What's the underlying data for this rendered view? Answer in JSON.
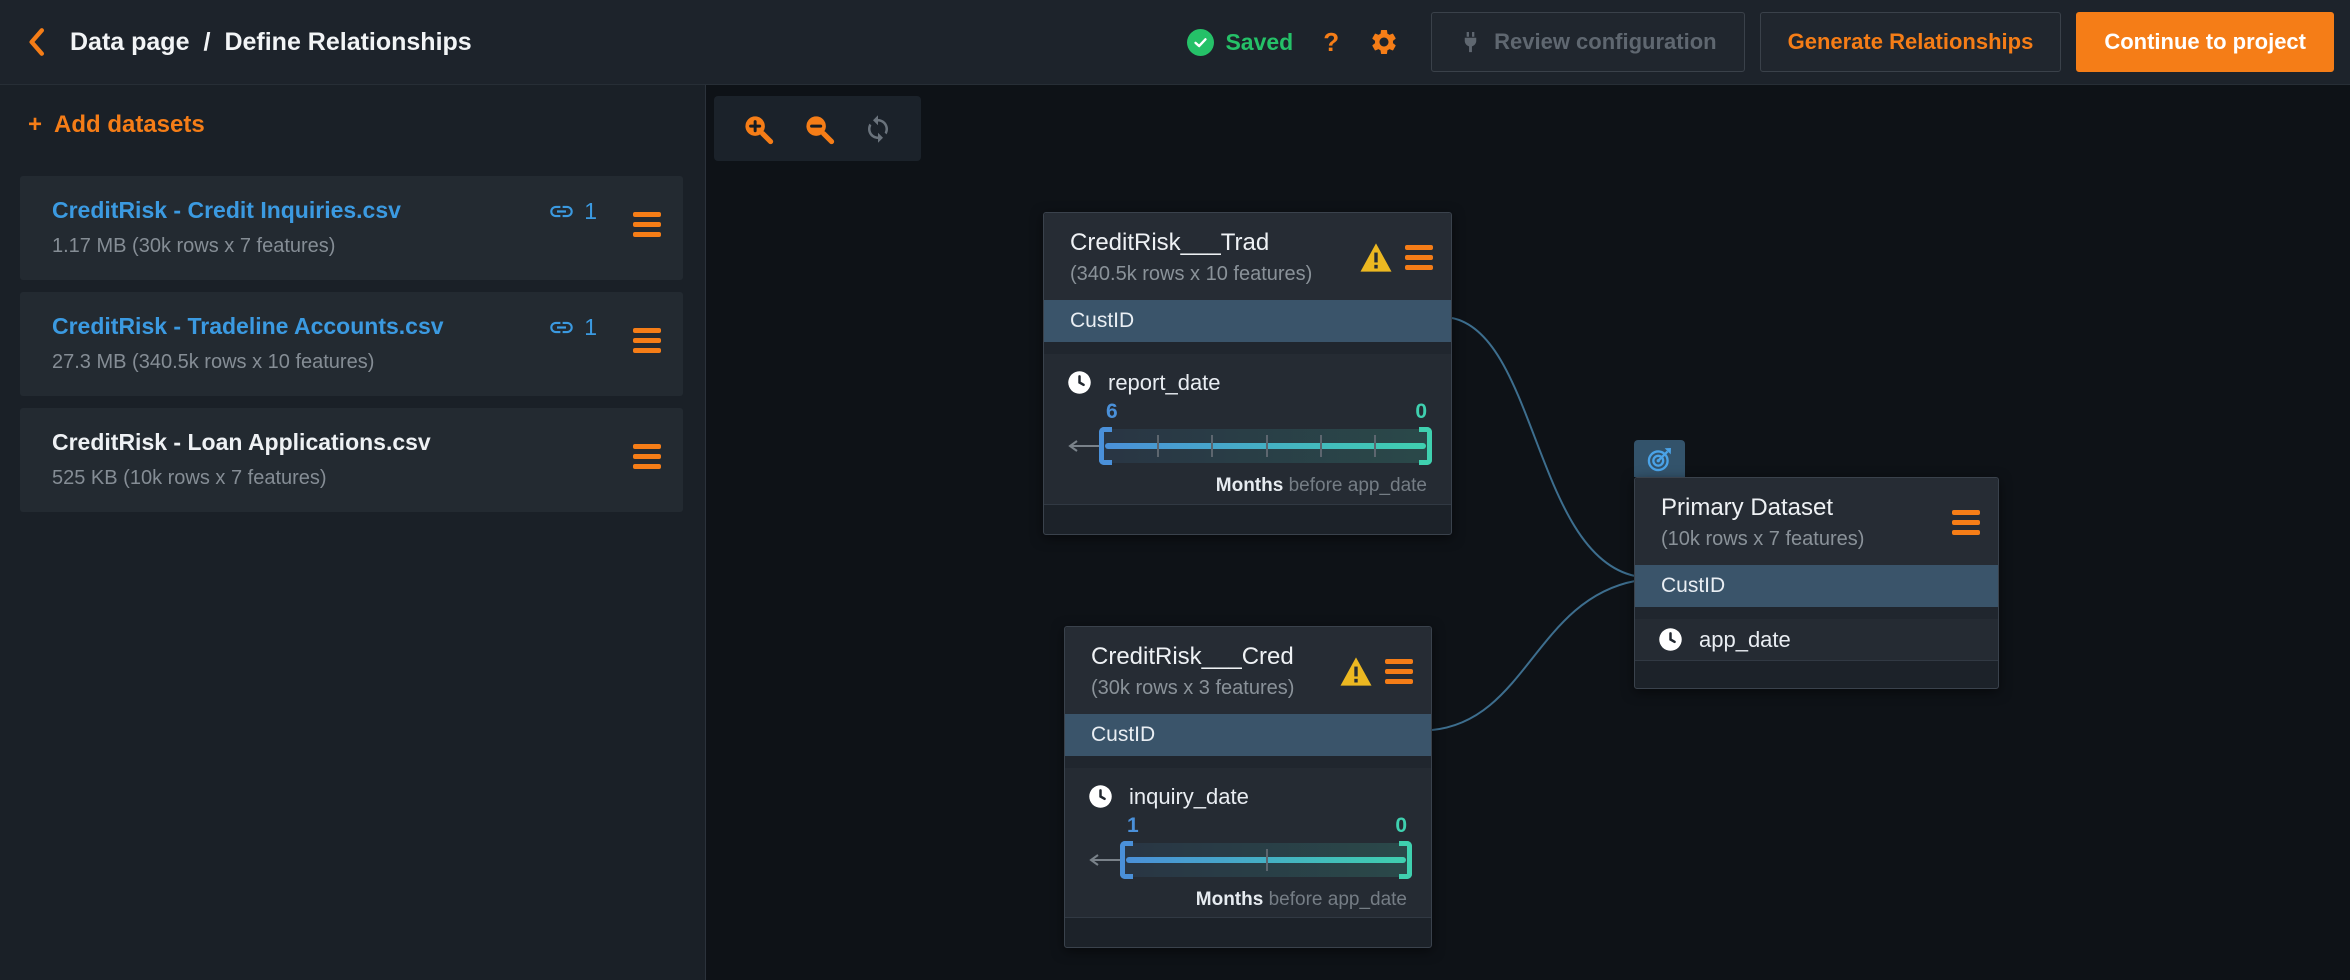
{
  "colors": {
    "accent_orange": "#f57d17",
    "link_blue": "#3b9ae1",
    "saved_green": "#25c168",
    "warning_yellow": "#ecb821",
    "slider_blue": "#4a90d9",
    "slider_teal": "#3fd0af",
    "join_band_blue": "#3a546a",
    "connection_line": "#3d6e8e"
  },
  "header": {
    "back_icon": "chevron-left-icon",
    "breadcrumb": {
      "section": "Data page",
      "separator": "/",
      "page": "Define Relationships"
    },
    "status": {
      "icon": "check-circle-icon",
      "label": "Saved"
    },
    "help_label": "?",
    "settings_icon": "gear-icon",
    "buttons": {
      "review": {
        "icon": "plug-icon",
        "label": "Review configuration",
        "enabled": false
      },
      "generate": {
        "label": "Generate Relationships",
        "enabled": true
      },
      "continue": {
        "label": "Continue to project",
        "enabled": true
      }
    }
  },
  "sidebar": {
    "add_button": {
      "plus": "+",
      "label": "Add datasets"
    },
    "datasets": [
      {
        "name": "CreditRisk - Credit Inquiries.csv",
        "meta": "1.17 MB (30k rows x 7 features)",
        "link_count": "1",
        "link_icon": "link-icon",
        "highlighted": true
      },
      {
        "name": "CreditRisk - Tradeline Accounts.csv",
        "meta": "27.3 MB (340.5k rows x 10 features)",
        "link_count": "1",
        "link_icon": "link-icon",
        "highlighted": true
      },
      {
        "name": "CreditRisk - Loan Applications.csv",
        "meta": "525 KB (10k rows x 7 features)",
        "link_count": "",
        "highlighted": false
      }
    ]
  },
  "canvas": {
    "toolbar": {
      "icons": [
        "zoom-in-icon",
        "zoom-out-icon",
        "refresh-icon"
      ]
    },
    "nodes": {
      "tradeline": {
        "title": "CreditRisk___Trad",
        "meta": "(340.5k rows x 10 features)",
        "has_warning": true,
        "join_key": "CustID",
        "date_feature": "report_date",
        "window": {
          "start": "6",
          "end": "0",
          "unit": "Months",
          "suffix": "before app_date"
        }
      },
      "credit": {
        "title": "CreditRisk___Cred",
        "meta": "(30k rows x 3 features)",
        "has_warning": true,
        "join_key": "CustID",
        "date_feature": "inquiry_date",
        "window": {
          "start": "1",
          "end": "0",
          "unit": "Months",
          "suffix": "before app_date"
        }
      },
      "primary": {
        "badge_icon": "target-icon",
        "title": "Primary Dataset",
        "meta": "(10k rows x 7 features)",
        "join_key": "CustID",
        "date_feature": "app_date"
      }
    }
  }
}
